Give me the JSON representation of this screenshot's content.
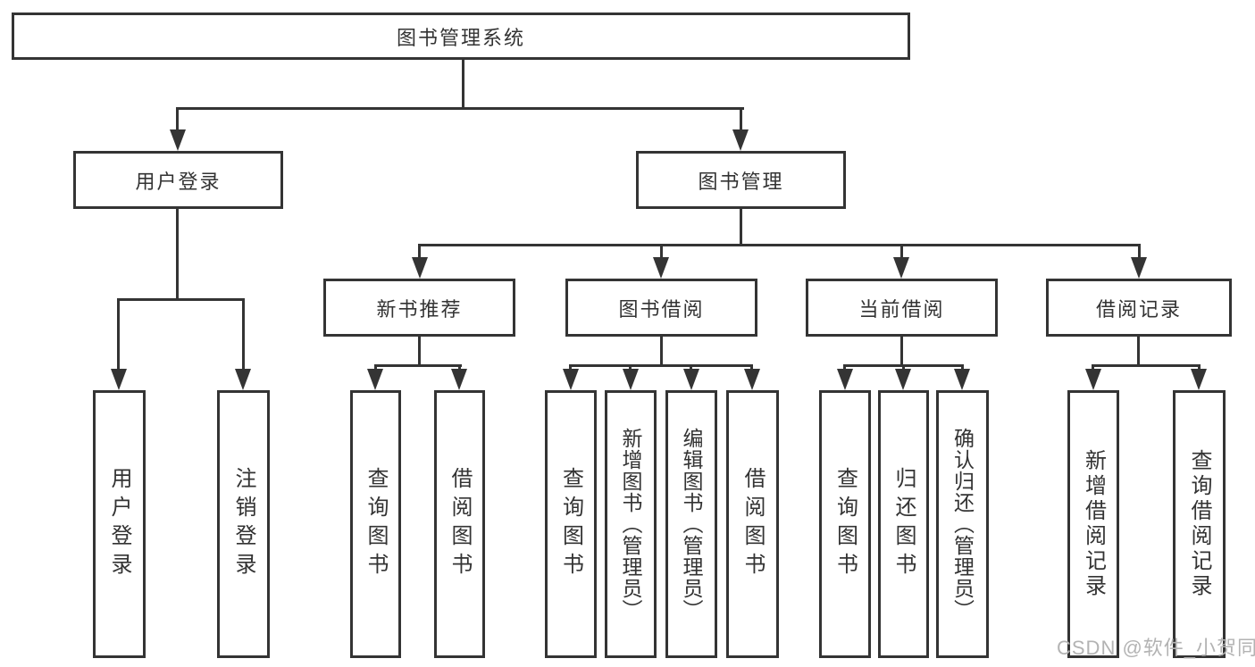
{
  "diagram": {
    "root": {
      "label": "图书管理系统"
    },
    "branches": [
      {
        "label": "用户登录",
        "children": [
          {
            "label": "用户登录"
          },
          {
            "label": "注销登录"
          }
        ]
      },
      {
        "label": "图书管理",
        "children": [
          {
            "label": "新书推荐",
            "children": [
              {
                "label": "查询图书"
              },
              {
                "label": "借阅图书"
              }
            ]
          },
          {
            "label": "图书借阅",
            "children": [
              {
                "label": "查询图书"
              },
              {
                "label": "新增图书（管理员）"
              },
              {
                "label": "编辑图书（管理员）"
              },
              {
                "label": "借阅图书"
              }
            ]
          },
          {
            "label": "当前借阅",
            "children": [
              {
                "label": "查询图书"
              },
              {
                "label": "归还图书"
              },
              {
                "label": "确认归还（管理员）"
              }
            ]
          },
          {
            "label": "借阅记录",
            "children": [
              {
                "label": "新增借阅记录"
              },
              {
                "label": "查询借阅记录"
              }
            ]
          }
        ]
      }
    ],
    "watermark": "CSDN @软件_小贺同学",
    "colors": {
      "line": "#343434",
      "text": "#333333",
      "background": "#ffffff",
      "watermark": "#b3b3b3"
    }
  }
}
